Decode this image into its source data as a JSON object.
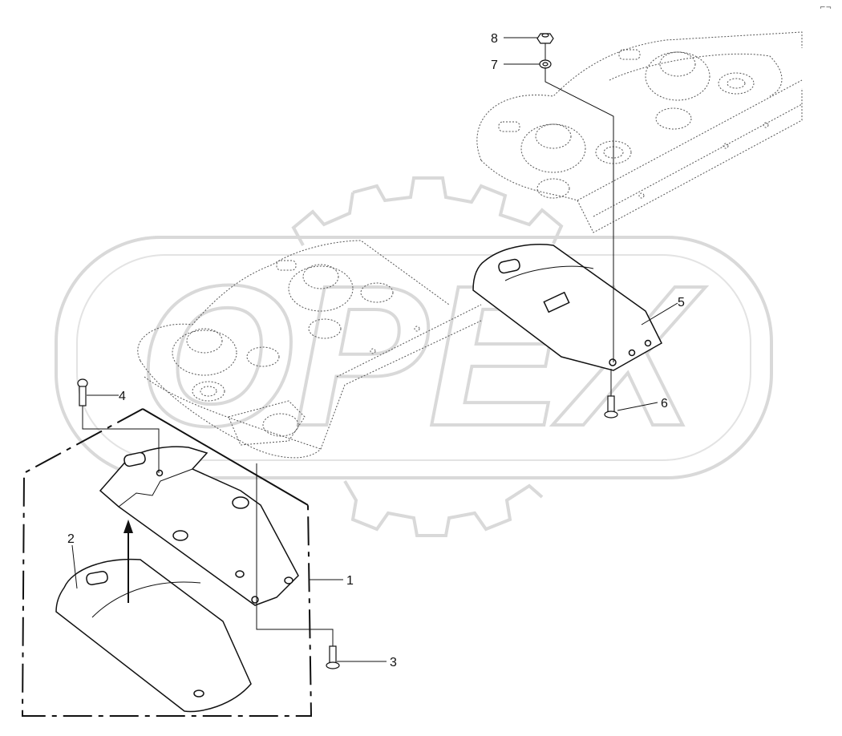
{
  "watermark": {
    "text": "OPEX",
    "color": "#d9d9d9"
  },
  "corner_mark": "⌐¬",
  "callouts": [
    {
      "id": "1",
      "label": "1"
    },
    {
      "id": "2",
      "label": "2"
    },
    {
      "id": "3",
      "label": "3"
    },
    {
      "id": "4",
      "label": "4"
    },
    {
      "id": "5",
      "label": "5"
    },
    {
      "id": "6",
      "label": "6"
    },
    {
      "id": "7",
      "label": "7"
    },
    {
      "id": "8",
      "label": "8"
    }
  ],
  "colors": {
    "line": "#111111",
    "dotted": "#555555",
    "watermark": "#d9d9d9"
  }
}
